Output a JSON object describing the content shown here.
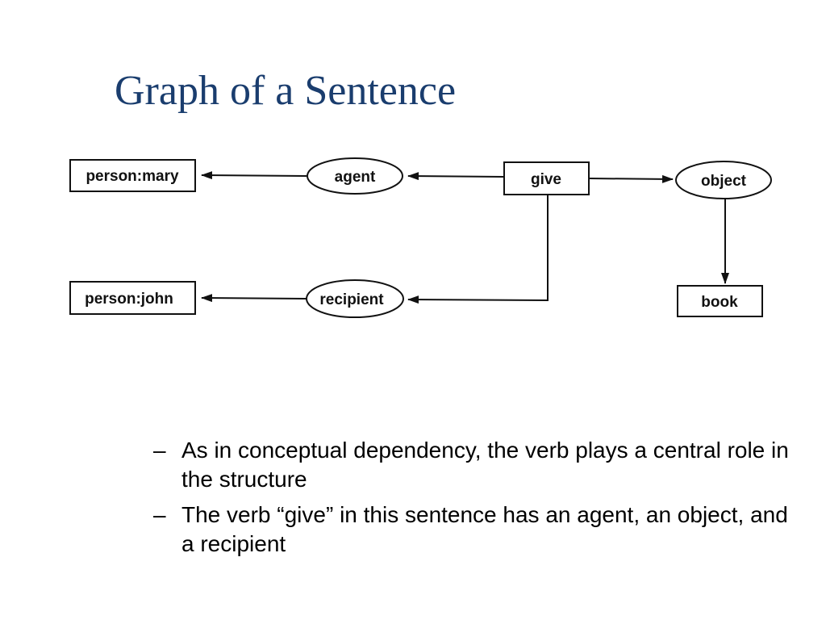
{
  "title": "Graph of a Sentence",
  "colors": {
    "title": "#1a3d6e",
    "stroke": "#111111"
  },
  "diagram": {
    "nodes": {
      "mary": "person:mary",
      "agent": "agent",
      "give": "give",
      "object": "object",
      "john": "person:john",
      "recipient": "recipient",
      "book": "book"
    }
  },
  "bullets": {
    "marker": "–",
    "items": [
      "As in conceptual dependency, the verb plays a central role in the structure",
      "The verb “give” in this sentence has an agent, an object, and a recipient"
    ]
  }
}
